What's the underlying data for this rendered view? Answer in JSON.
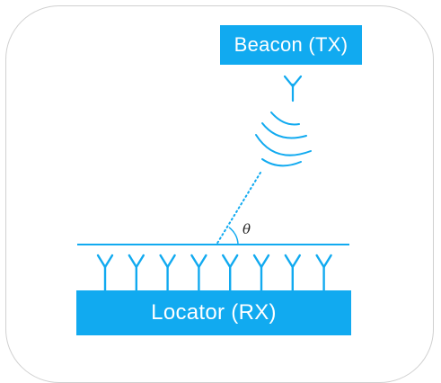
{
  "beacon": {
    "label": "Beacon (TX)"
  },
  "locator": {
    "label": "Locator (RX)",
    "antenna_count": 8
  },
  "angle": {
    "symbol": "θ"
  },
  "colors": {
    "accent": "#11aaf0",
    "text_on_accent": "#ffffff",
    "line": "#11aaf0",
    "frame": "#d0d0d0"
  },
  "icons": {
    "tx_antenna": "antenna-icon",
    "rx_antenna": "antenna-icon",
    "signal": "signal-waves-icon"
  }
}
